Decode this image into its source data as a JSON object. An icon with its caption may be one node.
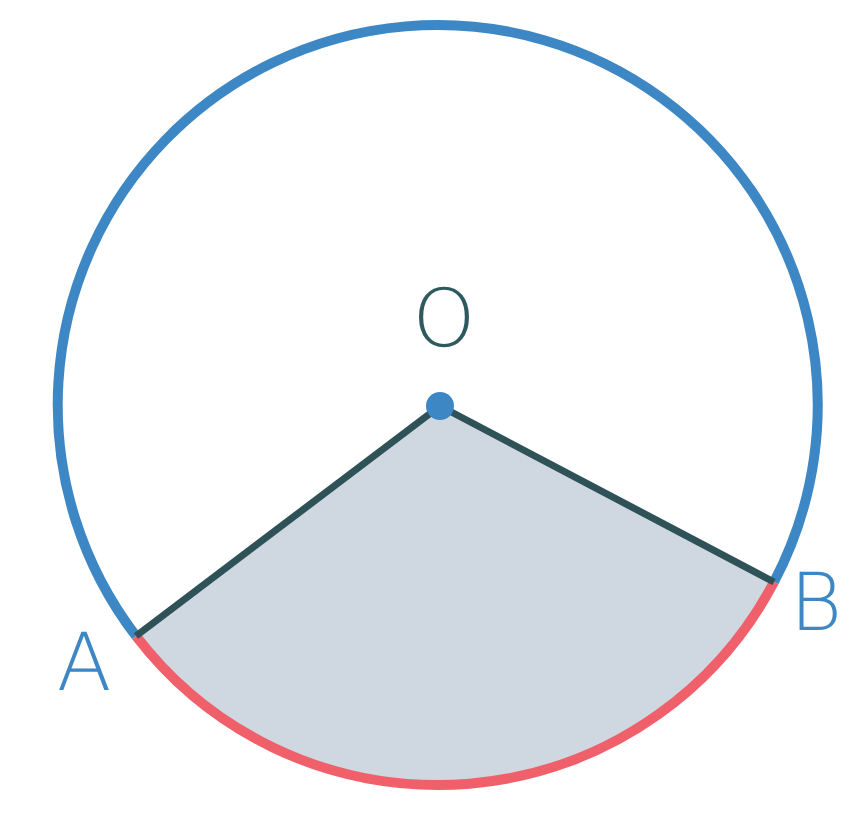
{
  "diagram": {
    "labels": [
      "O",
      "A",
      "B"
    ]
  }
}
